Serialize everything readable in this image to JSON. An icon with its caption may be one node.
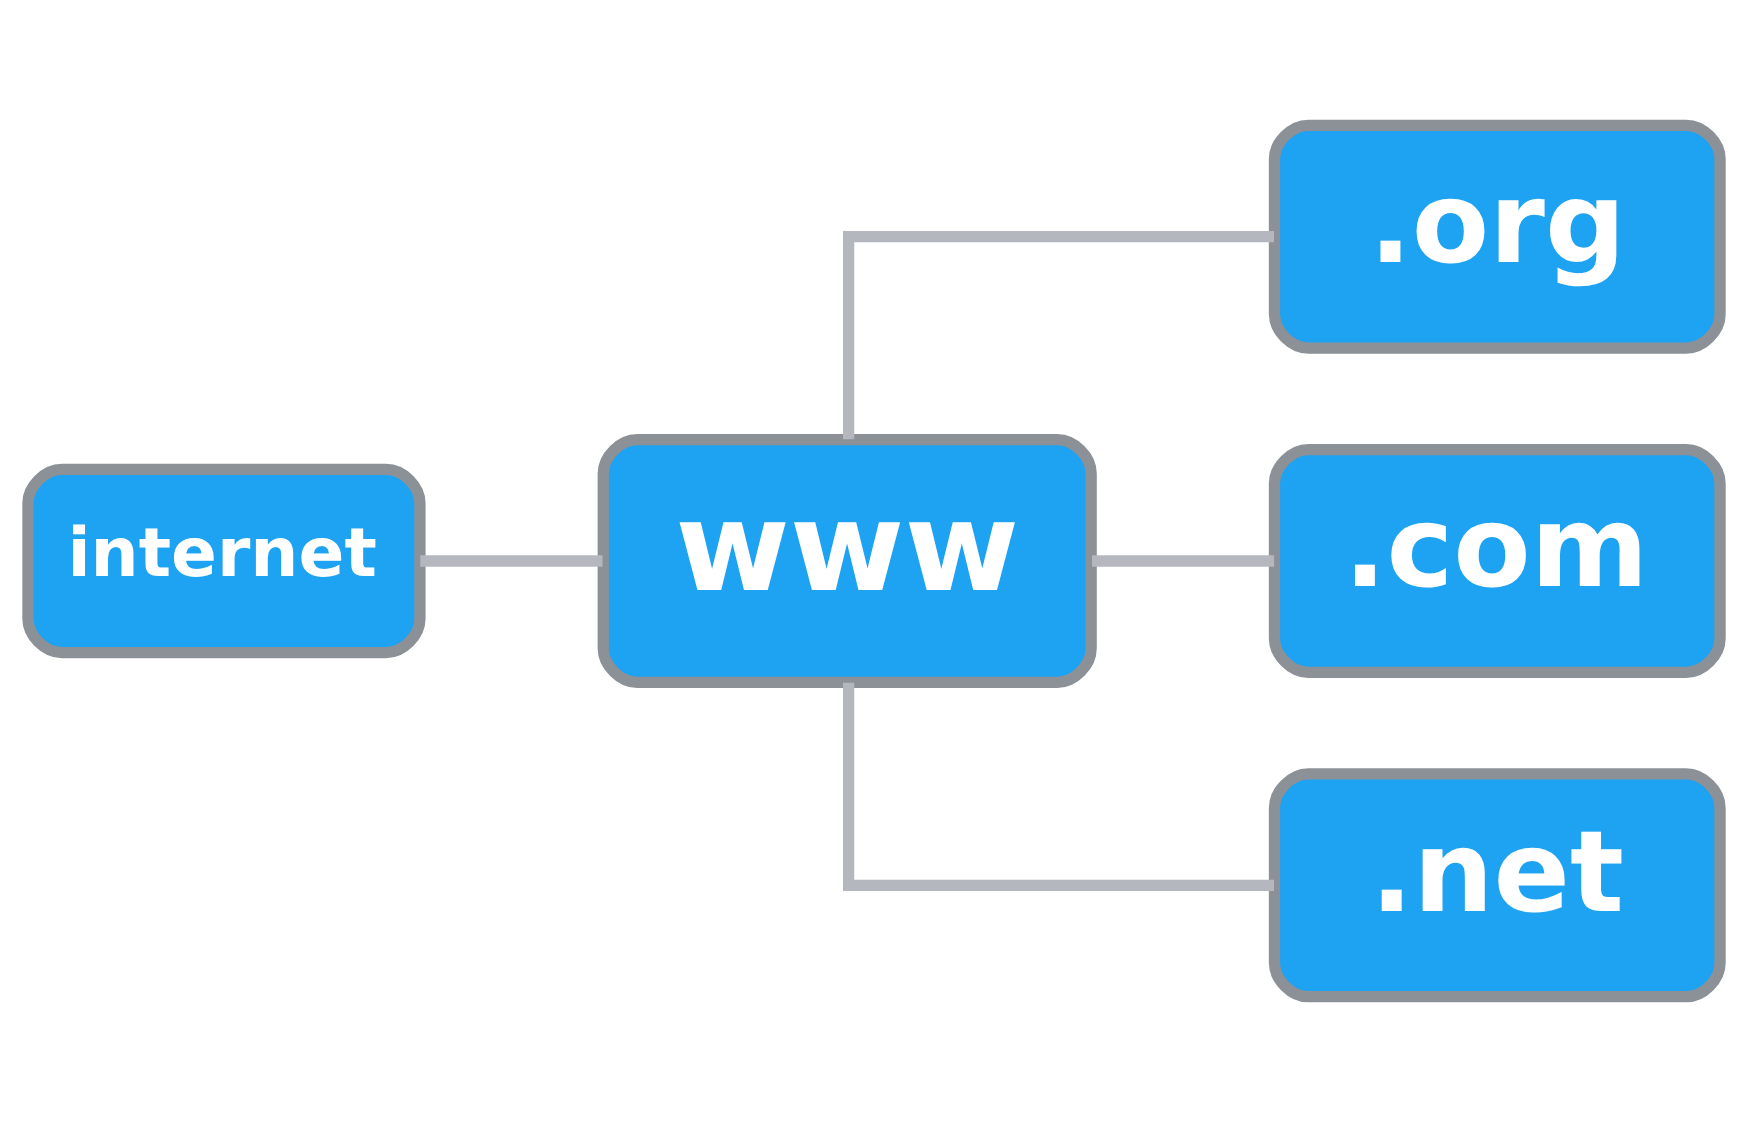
{
  "diagram": {
    "nodes": [
      {
        "text": [
          "internet"
        ]
      },
      {
        "text": [
          "www"
        ]
      },
      {
        "text": [
          ".org"
        ]
      },
      {
        "text": [
          ".com"
        ]
      },
      {
        "text": [
          ".net"
        ]
      }
    ],
    "edges": [
      {
        "from": 0,
        "to": 1,
        "arrow": "none"
      },
      {
        "from": 1,
        "to": 2,
        "arrow": "none"
      },
      {
        "from": 1,
        "to": 3,
        "arrow": "none"
      },
      {
        "from": 1,
        "to": 4,
        "arrow": "none"
      }
    ]
  }
}
